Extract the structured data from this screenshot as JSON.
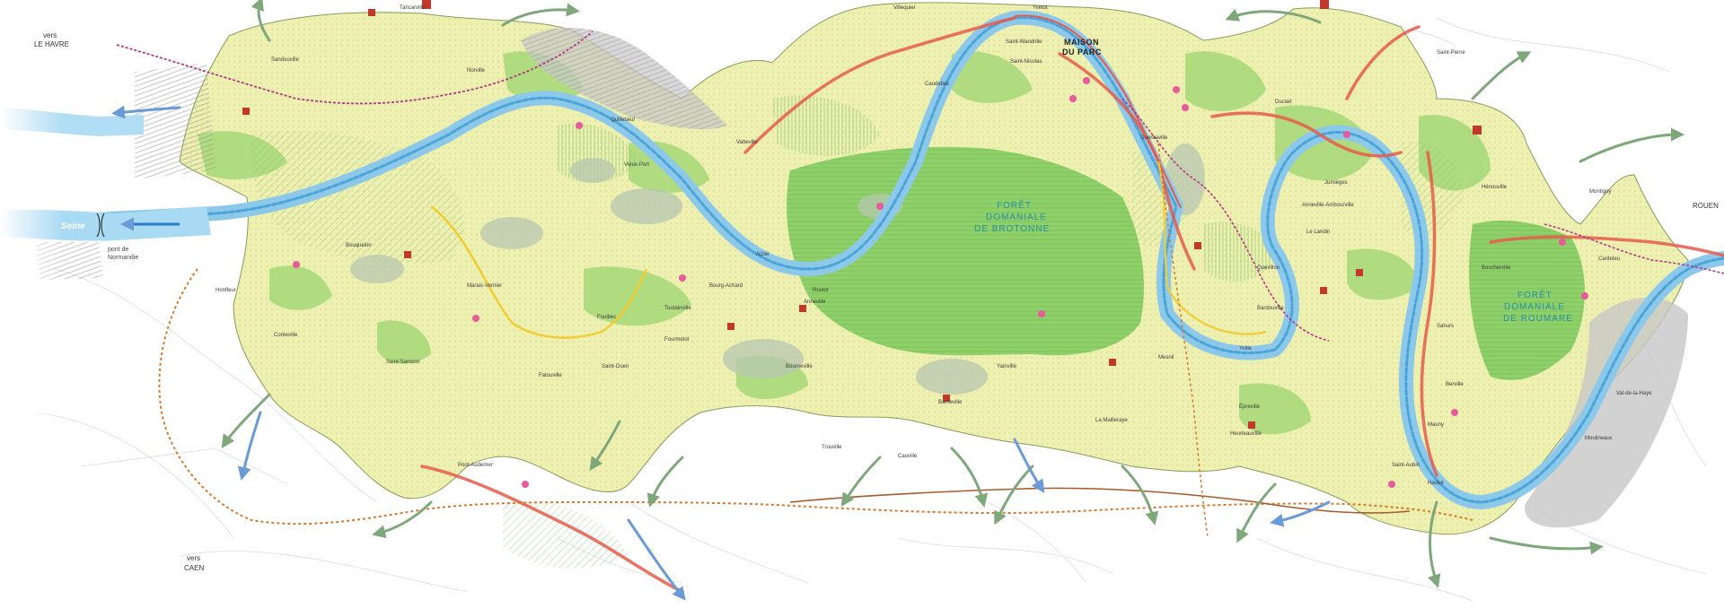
{
  "colors": {
    "background": "#ffffff",
    "park_light": "#eef0b0",
    "park_green": "#a8d97a",
    "forest": "#7cc85a",
    "wetland_grey": "#b7c7b0",
    "river": "#8cc8ea",
    "river_edge": "#4aa4d8",
    "route_red": "#e85a4a",
    "route_orange": "#d9782a",
    "route_purple": "#b03a8a",
    "arrow_green": "#7fa87a",
    "arrow_blue": "#6a9ad8",
    "city_grey": "#c7c7c7"
  },
  "labels": {
    "vers_le_havre_1": "vers",
    "vers_le_havre_2": "LE HAVRE",
    "vers_caen_1": "vers",
    "vers_caen_2": "CAEN",
    "rouen": "ROUEN",
    "seine": "Seine",
    "pont_normandie_1": "pont de",
    "pont_normandie_2": "Normandie",
    "maison_du_parc_1": "MAISON",
    "maison_du_parc_2": "DU PARC",
    "foret_brotonne_1": "FORÊT",
    "foret_brotonne_2": "DOMANIALE",
    "foret_brotonne_3": "DE BROTONNE",
    "foret_roumare_1": "FORÊT",
    "foret_roumare_2": "DOMANIALE",
    "foret_roumare_3": "DE ROUMARE"
  },
  "towns": [
    "Sandouville",
    "Tancarville",
    "Norville",
    "Villequier",
    "Yvetot",
    "Saint-Wandrille",
    "Duclair",
    "Jumièges",
    "Quillebeuf",
    "Vatteville",
    "Honfleur",
    "Pont-Audemer",
    "Bourg-Achard",
    "Routot",
    "Bourneville",
    "Aizier",
    "Le Landin",
    "Bardouville",
    "Saint-Pierre",
    "Canteleu",
    "Montigny",
    "Hénouville",
    "Mauny",
    "Berville",
    "Épreville",
    "Conteville",
    "Fourmetot",
    "Trouville",
    "Saint-Ouen",
    "Cauville",
    "Barneville",
    "Yainville",
    "Heurteauville",
    "La Mailleraye",
    "Guerbaville",
    "Saint-Nicolas",
    "Caudebec",
    "Vieux-Port",
    "Bouquelon",
    "Marais-Vernier",
    "Foulbec",
    "Saint-Samson",
    "Toutainville",
    "Fatouville",
    "Anneville",
    "Sahurs",
    "Hautot",
    "Moulineaux",
    "Saint-Aubin",
    "Val-de-la-Haye",
    "Boscherville",
    "Quevillon",
    "Mesnil",
    "Anneville-Ambourville",
    "Yville"
  ]
}
